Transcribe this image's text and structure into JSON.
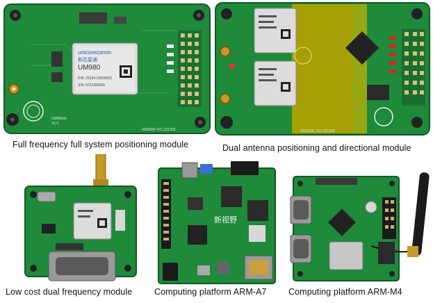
{
  "modules": [
    {
      "caption": "Full frequency full system positioning module",
      "chip_brand": "unicorecomm",
      "chip_brand_cn": "和芯星通",
      "chip_model": "UM980",
      "chip_pn": "P/N: 25104-10000003",
      "chip_sn": "S/N: 8722282608",
      "board_model": "UM980eb",
      "board_version": "V1.0",
      "board_serial": "4326990-Y21-221009"
    },
    {
      "caption": "Dual antenna positioning and directional module",
      "board_serial": "4163148_Y22-221208"
    },
    {
      "caption": "Low cost dual frequency module"
    },
    {
      "caption": "Computing platform ARM-A7",
      "board_logo": "新视野"
    },
    {
      "caption": "Computing platform ARM-M4"
    }
  ],
  "colors": {
    "pcb_green": "#1e8a3a",
    "pcb_dark": "#146b2b",
    "pcb_blue_green": "#2e6e4a",
    "kapton": "#b5a100",
    "module_silver": "#dcdcdc"
  }
}
